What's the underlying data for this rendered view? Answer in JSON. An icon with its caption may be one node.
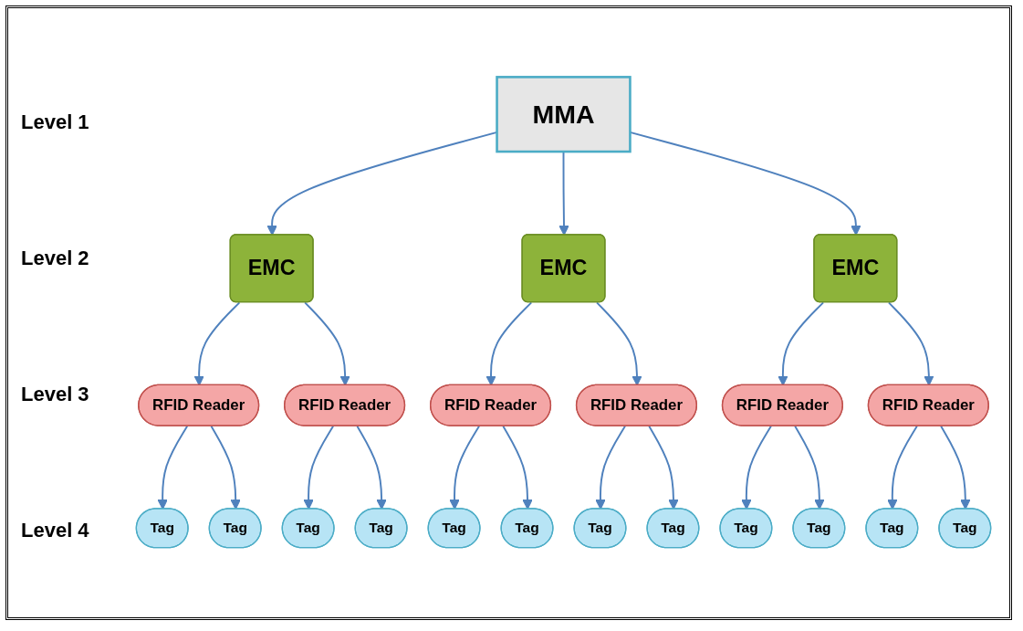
{
  "diagram": {
    "nodes": [
      {
        "text": [
          "MMA"
        ]
      },
      {
        "text": [
          "EMC"
        ]
      },
      {
        "text": [
          "EMC"
        ]
      },
      {
        "text": [
          "EMC"
        ]
      },
      {
        "text": [
          "RFID Reader"
        ]
      },
      {
        "text": [
          "RFID Reader"
        ]
      },
      {
        "text": [
          "RFID Reader"
        ]
      },
      {
        "text": [
          "RFID Reader"
        ]
      },
      {
        "text": [
          "RFID Reader"
        ]
      },
      {
        "text": [
          "RFID Reader"
        ]
      },
      {
        "text": [
          "Tag"
        ]
      },
      {
        "text": [
          "Tag"
        ]
      },
      {
        "text": [
          "Tag"
        ]
      },
      {
        "text": [
          "Tag"
        ]
      },
      {
        "text": [
          "Tag"
        ]
      },
      {
        "text": [
          "Tag"
        ]
      },
      {
        "text": [
          "Tag"
        ]
      },
      {
        "text": [
          "Tag"
        ]
      },
      {
        "text": [
          "Tag"
        ]
      },
      {
        "text": [
          "Tag"
        ]
      },
      {
        "text": [
          "Tag"
        ]
      },
      {
        "text": [
          "Tag"
        ]
      }
    ],
    "edges": [
      {
        "from": 0,
        "to": 1,
        "arrow": "to"
      },
      {
        "from": 0,
        "to": 2,
        "arrow": "to"
      },
      {
        "from": 0,
        "to": 3,
        "arrow": "to"
      },
      {
        "from": 1,
        "to": 4,
        "arrow": "to"
      },
      {
        "from": 1,
        "to": 5,
        "arrow": "to"
      },
      {
        "from": 2,
        "to": 6,
        "arrow": "to"
      },
      {
        "from": 2,
        "to": 7,
        "arrow": "to"
      },
      {
        "from": 3,
        "to": 8,
        "arrow": "to"
      },
      {
        "from": 3,
        "to": 9,
        "arrow": "to"
      },
      {
        "from": 4,
        "to": 10,
        "arrow": "to"
      },
      {
        "from": 4,
        "to": 11,
        "arrow": "to"
      },
      {
        "from": 5,
        "to": 12,
        "arrow": "to"
      },
      {
        "from": 5,
        "to": 13,
        "arrow": "to"
      },
      {
        "from": 6,
        "to": 14,
        "arrow": "to"
      },
      {
        "from": 6,
        "to": 15,
        "arrow": "to"
      },
      {
        "from": 7,
        "to": 16,
        "arrow": "to"
      },
      {
        "from": 7,
        "to": 17,
        "arrow": "to"
      },
      {
        "from": 8,
        "to": 18,
        "arrow": "to"
      },
      {
        "from": 8,
        "to": 19,
        "arrow": "to"
      },
      {
        "from": 9,
        "to": 20,
        "arrow": "to"
      },
      {
        "from": 9,
        "to": 21,
        "arrow": "to"
      }
    ],
    "labels": [
      "Level 1",
      "Level 2",
      "Level 3",
      "Level 4"
    ]
  }
}
